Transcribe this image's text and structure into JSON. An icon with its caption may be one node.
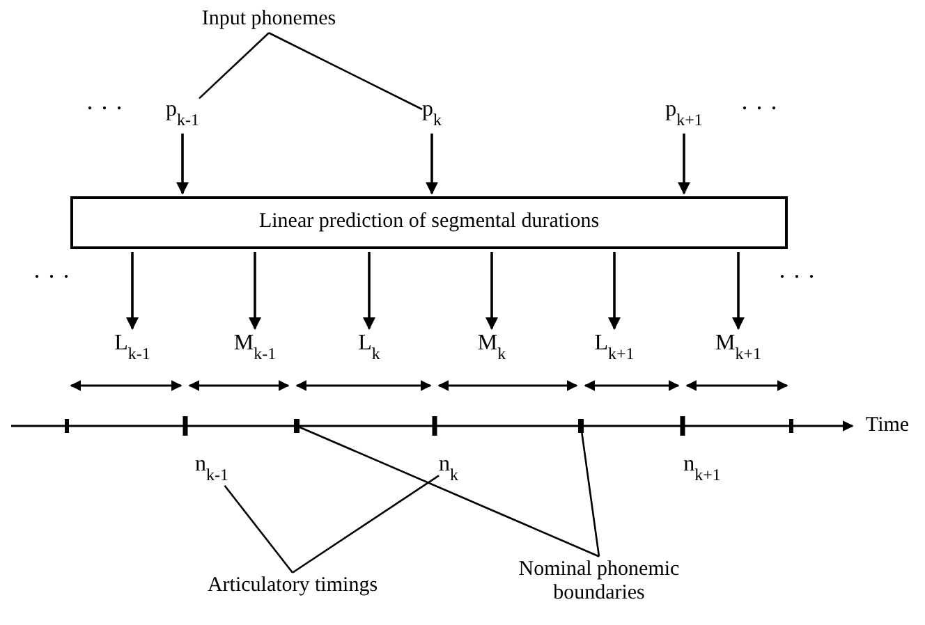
{
  "diagram": {
    "nodes": [
      {
        "text": [
          "Input phonemes"
        ]
      },
      {
        "text": [
          "p$_{k-1}$"
        ]
      },
      {
        "text": [
          "p$_{k}$"
        ]
      },
      {
        "text": [
          "p$_{k+1}$"
        ]
      },
      {
        "text": [
          "Linear prediction of segmental durations"
        ]
      },
      {
        "text": [
          "L$_{k-1}$"
        ]
      },
      {
        "text": [
          "M$_{k-1}$"
        ]
      },
      {
        "text": [
          "L$_{k}$"
        ]
      },
      {
        "text": [
          "M$_{k}$"
        ]
      },
      {
        "text": [
          "L$_{k+1}$"
        ]
      },
      {
        "text": [
          "M$_{k+1}$"
        ]
      },
      {
        "text": [],
        "shape": "bar"
      },
      {
        "text": [],
        "shape": "bar"
      },
      {
        "text": [
          "n$_{k-1}$"
        ]
      },
      {
        "text": [
          "n$_{k}$"
        ]
      },
      {
        "text": [
          "n$_{k+1}$"
        ]
      },
      {
        "text": [
          "Articulatory timings"
        ]
      },
      {
        "text": [
          "Nominal phonemic boundaries"
        ]
      }
    ],
    "edges": [
      {
        "from": 0,
        "to": 1,
        "arrow": "none"
      },
      {
        "from": 0,
        "to": 2,
        "arrow": "none"
      },
      {
        "from": 1,
        "to": 4,
        "arrow": "to"
      },
      {
        "from": 2,
        "to": 4,
        "arrow": "to"
      },
      {
        "from": 3,
        "to": 4,
        "arrow": "to"
      },
      {
        "from": 4,
        "to": 5,
        "arrow": "to"
      },
      {
        "from": 4,
        "to": 6,
        "arrow": "to"
      },
      {
        "from": 4,
        "to": 7,
        "arrow": "to"
      },
      {
        "from": 4,
        "to": 8,
        "arrow": "to"
      },
      {
        "from": 4,
        "to": 9,
        "arrow": "to"
      },
      {
        "from": 4,
        "to": 10,
        "arrow": "to"
      },
      {
        "from": 16,
        "to": 13,
        "arrow": "none"
      },
      {
        "from": 16,
        "to": 14,
        "arrow": "none"
      },
      {
        "from": 17,
        "to": 11,
        "arrow": "none"
      },
      {
        "from": 17,
        "to": 12,
        "arrow": "none"
      }
    ],
    "labels": [
      "· · ·",
      "· · ·",
      "· · ·",
      "· · ·",
      "Time"
    ]
  }
}
